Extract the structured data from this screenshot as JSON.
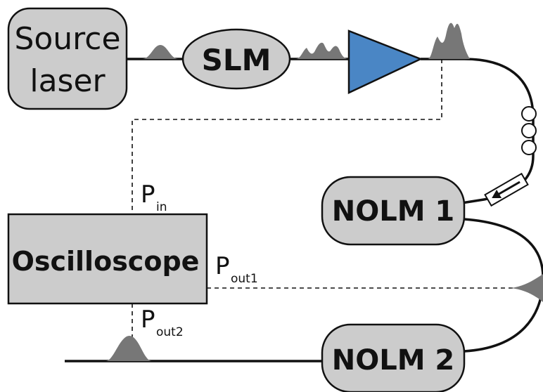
{
  "blocks": {
    "source_laser": {
      "line1": "Source",
      "line2": "laser"
    },
    "slm": {
      "label": "SLM"
    },
    "oscilloscope": {
      "label": "Oscilloscope"
    },
    "nolm1": {
      "label": "NOLM 1"
    },
    "nolm2": {
      "label": "NOLM 2"
    }
  },
  "ports": {
    "pin": {
      "main": "P",
      "sub": "in"
    },
    "pout1": {
      "main": "P",
      "sub": "out1"
    },
    "pout2": {
      "main": "P",
      "sub": "out2"
    }
  },
  "colors": {
    "amplifier": "#4a86c5",
    "box_fill": "#cccccc",
    "pulse": "#777777"
  },
  "icons": [
    "amplifier-triangle-icon",
    "polarization-controller-icon",
    "isolator-arrow-icon"
  ]
}
